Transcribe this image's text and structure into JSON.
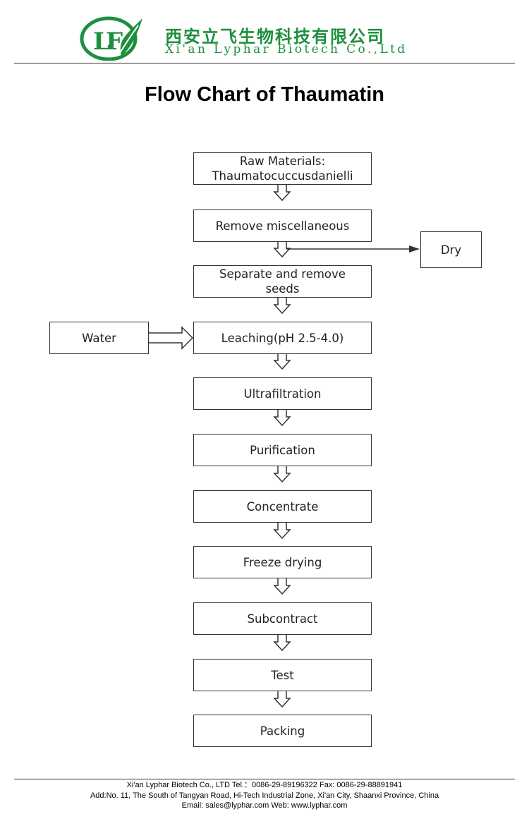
{
  "header": {
    "logo_text": "LF",
    "company_cn": "西安立飞生物科技有限公司",
    "company_en": "Xi'an Lyphar Biotech Co.,Ltd"
  },
  "title": "Flow Chart of Thaumatin",
  "flow": {
    "steps": [
      {
        "label_line1": "Raw Materials:",
        "label_line2": "Thaumatocuccusdanielli"
      },
      {
        "label": "Remove miscellaneous"
      },
      {
        "label_line1": "Separate and remove",
        "label_line2": "seeds"
      },
      {
        "label": "Leaching(pH 2.5-4.0)"
      },
      {
        "label": "Ultrafiltration"
      },
      {
        "label": "Purification"
      },
      {
        "label": "Concentrate"
      },
      {
        "label": "Freeze drying"
      },
      {
        "label": "Subcontract"
      },
      {
        "label": "Test"
      },
      {
        "label": "Packing"
      }
    ],
    "side_outputs": [
      {
        "label": "Dry"
      }
    ],
    "side_inputs": [
      {
        "label": "Water"
      }
    ]
  },
  "footer": {
    "line1": "Xi'an Lyphar Biotech Co., LTD    Tel.：0086-29-89196322    Fax: 0086-29-88891941",
    "line2": "Add:No. 11, The South of Tangyan Road, Hi-Tech Industrial Zone, Xi'an City, Shaanxi Province, China",
    "line3": "Email: sales@lyphar.com        Web: www.lyphar.com"
  },
  "colors": {
    "brand_green": "#1e8f3e",
    "line": "#333333"
  }
}
